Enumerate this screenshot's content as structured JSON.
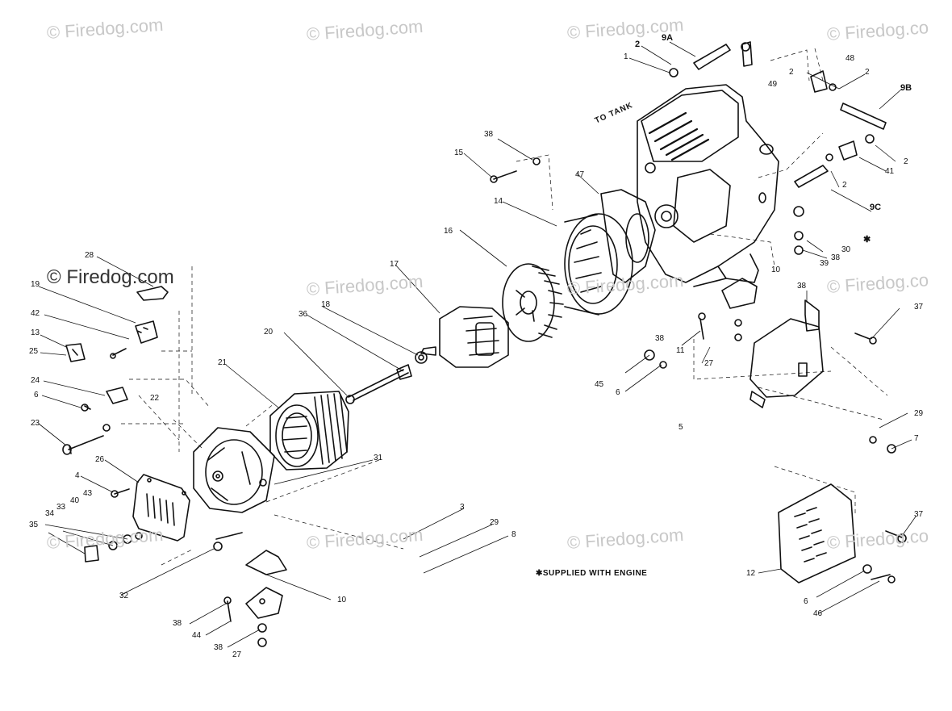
{
  "watermarks": [
    "© Firedog.com",
    "© Firedog.com",
    "© Firedog.com",
    "© Firedog.co",
    "© Firedog.com",
    "© Firedog.com",
    "© Firedog.co",
    "© Firedog.com",
    "© Firedog.com",
    "© Firedog.com",
    "© Firedog.co",
    "© Firedog.com"
  ],
  "to_tank": "TO TANK",
  "note": "✱SUPPLIED WITH ENGINE",
  "star": "✱",
  "parts": {
    "p1": "1",
    "p2a": "2",
    "p9a": "9A",
    "p49": "49",
    "p2b": "2",
    "p48": "48",
    "p2c": "2",
    "p9b": "9B",
    "p2d": "2",
    "p41": "41",
    "p2e": "2",
    "p9c": "9C",
    "p47": "47",
    "p38a": "38",
    "p15": "15",
    "p14": "14",
    "p16": "16",
    "p17": "17",
    "p30": "30",
    "p38b": "38",
    "p39": "39",
    "p10a": "10",
    "p38c": "38",
    "p37a": "37",
    "p28": "28",
    "p19": "19",
    "p42": "42",
    "p13": "13",
    "p25": "25",
    "p24": "24",
    "p6a": "6",
    "p22": "22",
    "p23": "23",
    "p26": "26",
    "p4": "4",
    "p33": "33",
    "p40": "40",
    "p43": "43",
    "p34": "34",
    "p35": "35",
    "p36": "36",
    "p18": "18",
    "p20": "20",
    "p21": "21",
    "p31": "31",
    "p38d": "38",
    "p11": "11",
    "p27a": "27",
    "p45": "45",
    "p6b": "6",
    "p5": "5",
    "p29a": "29",
    "p7": "7",
    "p3": "3",
    "p29b": "29",
    "p8": "8",
    "p32": "32",
    "p10b": "10",
    "p38e": "38",
    "p44": "44",
    "p38f": "38",
    "p27b": "27",
    "p37b": "37",
    "p12": "12",
    "p6c": "6",
    "p46": "46"
  }
}
